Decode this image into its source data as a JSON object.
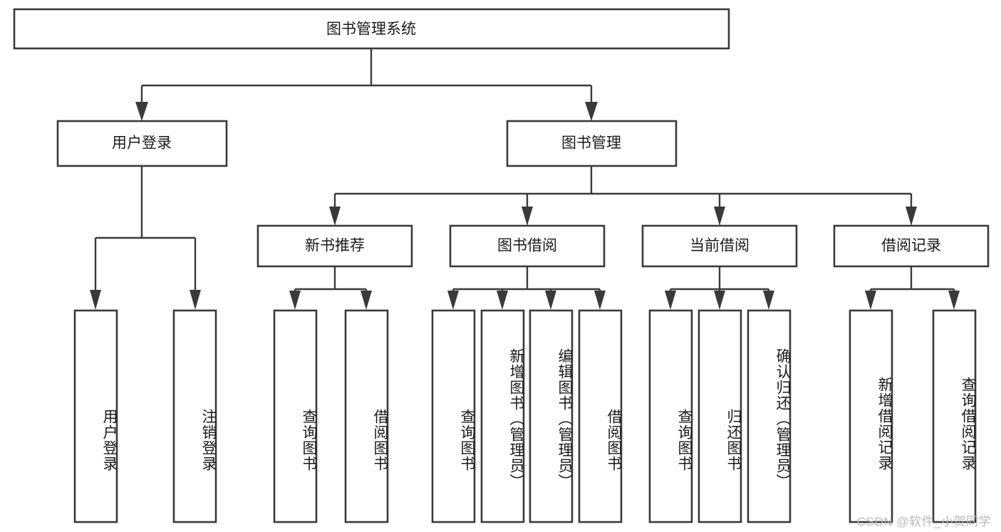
{
  "diagram": {
    "title": "图书管理系统",
    "type": "tree-hierarchy-diagram",
    "watermark": "CSDN @软件_小贺同学",
    "colors": {
      "background": "#ffffff",
      "box_border": "#3a3a3a",
      "box_fill": "#ffffff",
      "connector": "#3a3a3a",
      "text": "#1a1a1a",
      "watermark": "#b9b9b9"
    },
    "root": {
      "label": "图书管理系统"
    },
    "level2": [
      {
        "label": "用户登录"
      },
      {
        "label": "图书管理"
      }
    ],
    "level3": [
      {
        "label": "新书推荐"
      },
      {
        "label": "图书借阅"
      },
      {
        "label": "当前借阅"
      },
      {
        "label": "借阅记录"
      }
    ],
    "leaves": {
      "user_login": [
        {
          "label": "用户登录"
        },
        {
          "label": "注销登录"
        }
      ],
      "new_book_recommend": [
        {
          "label": "查询图书"
        },
        {
          "label": "借阅图书"
        }
      ],
      "book_borrow": [
        {
          "label": "查询图书"
        },
        {
          "label": "新增图书（管理员）"
        },
        {
          "label": "编辑图书（管理员）"
        },
        {
          "label": "借阅图书"
        }
      ],
      "current_borrow": [
        {
          "label": "查询图书"
        },
        {
          "label": "归还图书"
        },
        {
          "label": "确认归还（管理员）"
        }
      ],
      "borrow_records": [
        {
          "label": "新增借阅记录"
        },
        {
          "label": "查询借阅记录"
        }
      ]
    }
  }
}
